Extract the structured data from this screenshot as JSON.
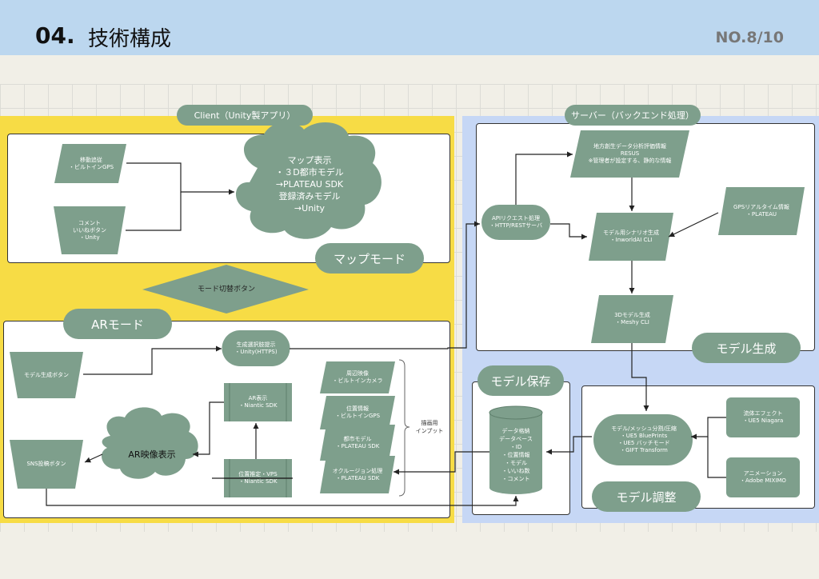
{
  "header": {
    "number": "04.",
    "title": "技術構成",
    "page": "NO.8/10"
  },
  "sections": {
    "client": "Client（Unity製アプリ）",
    "server": "サーバー（バックエンド処理）"
  },
  "modes": {
    "map": "マップモード",
    "ar": "ARモード",
    "switch": "モード切替ボタン",
    "model_gen": "モデル生成",
    "model_save": "モデル保存",
    "model_adjust": "モデル調整"
  },
  "nodes": {
    "move_tracking": "移動追従\n・ビルトインGPS",
    "comment_like": "コメント\nいいねボタン\n・Unity",
    "map_display": "マップ表示\n・３D都市モデル\n→PLATEAU SDK\n登録済みモデル\n→Unity",
    "api_request": "APIリクエスト処理\n・HTTP/RESTサーバ",
    "local_data": "地方創生データ分析評価情報\nRESUS\n※管理者が設定する、静的な情報",
    "gps_realtime": "GPSリアルタイム情報\n・PLATEAU",
    "scenario_gen": "モデル用シナリオ生成\n・InworldAI CLI",
    "model_3d": "3Dモデル生成\n・Meshy CLI",
    "model_gen_button": "モデル生成ボタン",
    "gen_candidates": "生成選択肢提示\n・Unity(HTTPS)",
    "ar_display_node": "AR表示\n・Niantic SDK",
    "ar_video": "AR映像表示",
    "sns_button": "SNS投稿ボタン",
    "position_est": "位置推定・VPS\n・Niantic SDK",
    "input_surround": "周辺映像\n・ビルトインカメラ",
    "input_location": "位置情報\n・ビルトインGPS",
    "input_city": "都市モデル\n・PLATEAU SDK",
    "input_occlusion": "オクルージョン処理\n・PLATEAU SDK",
    "input_note": "描画用\nインプット",
    "database": "データ格納\nデータベース\n・ID\n・位置情報\n・モデル\n・いいね数\n・コメント",
    "mesh_split": "モデル/メッシュ分割/圧縮\n・UE5 BluePrints\n・UE5 バッチモード\n・GIFT Transform",
    "fluid_fx": "流体エフェクト\n・UE5 Niagara",
    "animation": "アニメーション\n・Adobe MIXIMO"
  }
}
